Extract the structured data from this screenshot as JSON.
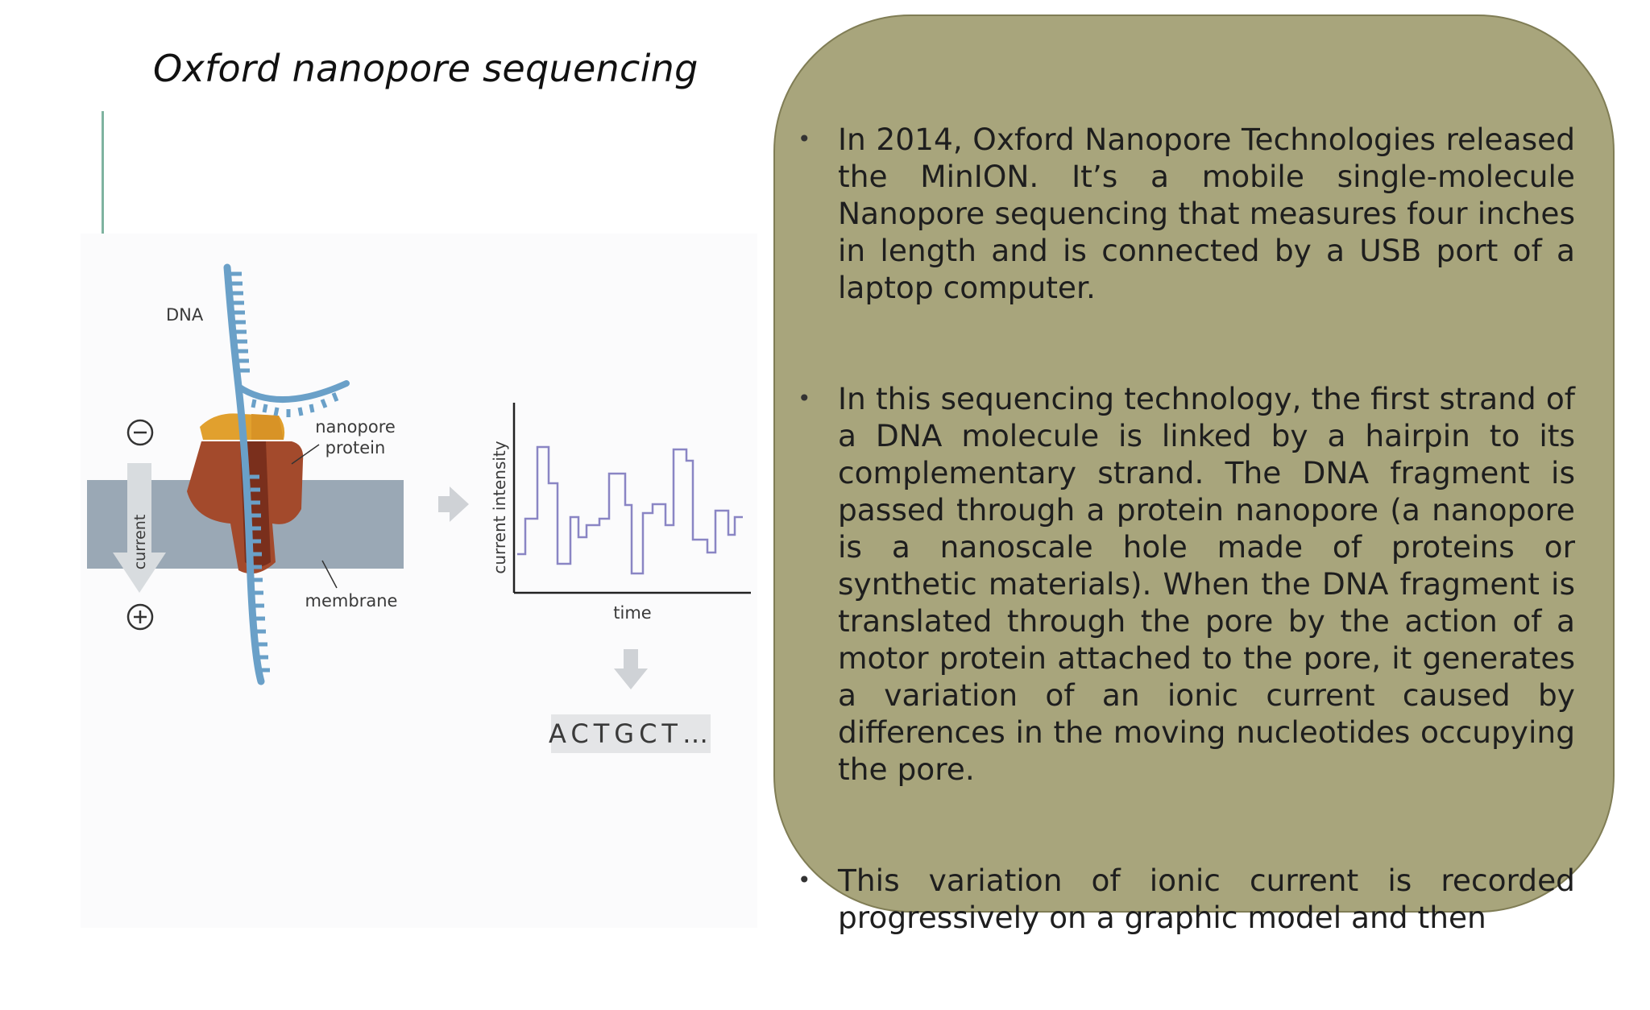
{
  "slide": {
    "title": "Oxford nanopore sequencing"
  },
  "figure": {
    "dna_label": "DNA",
    "nanopore_label_line1": "nanopore",
    "nanopore_label_line2": "protein",
    "membrane_label": "membrane",
    "current_label": "current",
    "y_axis_label": "current intensity",
    "x_axis_label": "time",
    "sequence_output": "ACTGCT…",
    "minus_sign": "−",
    "plus_sign": "+",
    "colors": {
      "dna": "#6aa0c8",
      "membrane": "#9aa8b5",
      "protein_dark": "#a34a2c",
      "protein_light": "#e1a02e",
      "trace": "#8a85c4"
    },
    "icons": [
      "minus-circle-icon",
      "plus-circle-icon",
      "arrow-right-icon",
      "arrow-down-icon"
    ]
  },
  "panel": {
    "bullets": [
      "In 2014, Oxford Nanopore Technologies released the MinION. It’s a mobile single-molecule Nanopore sequencing that measures four inches in length and is connected by a USB port of a laptop computer.",
      "In this sequencing technology, the first strand of a DNA molecule is linked by a hairpin to its complementary strand. The DNA fragment is passed through a protein nanopore (a nanopore is a nanoscale hole made of proteins or synthetic materials). When the DNA fragment is translated through the pore by the action of a motor protein attached to the pore, it generates a variation of an ionic current caused by differences in the moving nucleotides occupying the pore.",
      "This variation of ionic current is recorded progressively on a graphic model and then"
    ]
  }
}
